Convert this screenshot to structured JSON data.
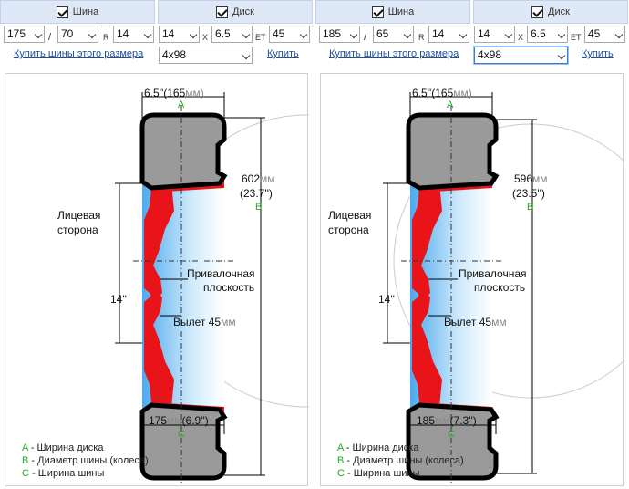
{
  "panels": [
    {
      "tire_header": "Шина",
      "rim_header": "Диск",
      "tire_width": "175",
      "tire_slash": "/",
      "tire_profile": "70",
      "tire_r": "R",
      "tire_diameter": "14",
      "rim_diameter": "14",
      "rim_x": "X",
      "rim_width": "6.5",
      "rim_et": "ET",
      "rim_offset": "45",
      "buy_tires_link": "Купить шины этого размера",
      "bolt_pattern": "4x98",
      "buy_link": "Купить",
      "dim_a_inch": "6.5''",
      "dim_a_mm": "(165",
      "dim_a_unit": "мм)",
      "letter_a": "A",
      "dim_b_mm": "602",
      "dim_b_unit": "мм",
      "dim_b_inch": "(23.7'')",
      "letter_b": "B",
      "face_side_1": "Лицевая",
      "face_side_2": "сторона",
      "mount_plane_1": "Привалочная",
      "mount_plane_2": "плоскость",
      "rim_inch": "14''",
      "offset_label": "Вылет 45",
      "offset_unit": "мм",
      "dim_c_mm": "175",
      "dim_c_unit": "мм",
      "dim_c_inch": "(6.9'')",
      "letter_c": "C",
      "legend": [
        {
          "key": "A",
          "text": " - Ширина диска"
        },
        {
          "key": "B",
          "text": " - Диаметр шины (колеса)"
        },
        {
          "key": "C",
          "text": " - Ширина шины"
        }
      ]
    },
    {
      "tire_header": "Шина",
      "rim_header": "Диск",
      "tire_width": "185",
      "tire_slash": "/",
      "tire_profile": "65",
      "tire_r": "R",
      "tire_diameter": "14",
      "rim_diameter": "14",
      "rim_x": "X",
      "rim_width": "6.5",
      "rim_et": "ET",
      "rim_offset": "45",
      "buy_tires_link": "Купить шины этого размера",
      "bolt_pattern": "4x98",
      "buy_link": "Купить",
      "dim_a_inch": "6.5''",
      "dim_a_mm": "(165",
      "dim_a_unit": "мм)",
      "letter_a": "A",
      "dim_b_mm": "596",
      "dim_b_unit": "мм",
      "dim_b_inch": "(23.5'')",
      "letter_b": "B",
      "face_side_1": "Лицевая",
      "face_side_2": "сторона",
      "mount_plane_1": "Привалочная",
      "mount_plane_2": "плоскость",
      "rim_inch": "14''",
      "offset_label": "Вылет 45",
      "offset_unit": "мм",
      "dim_c_mm": "185",
      "dim_c_unit": "мм",
      "dim_c_inch": "(7.3'')",
      "letter_c": "C",
      "legend": [
        {
          "key": "A",
          "text": " - Ширина диска"
        },
        {
          "key": "B",
          "text": " - Диаметр шины (колеса)"
        },
        {
          "key": "C",
          "text": " - Ширина шины"
        }
      ]
    }
  ]
}
